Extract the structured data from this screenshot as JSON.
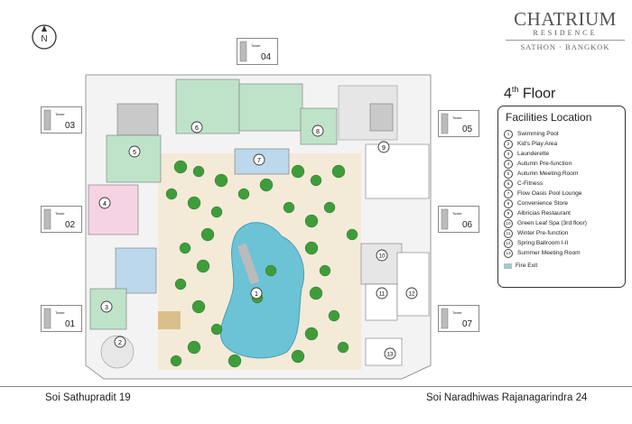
{
  "brand": {
    "line1": "CHATRIUM",
    "line2": "RESIDENCE",
    "line3": "SATHON · BANGKOK"
  },
  "floor": {
    "label": "4",
    "suffix": "th",
    "word": "Floor"
  },
  "compass": {
    "letter": "N"
  },
  "towers": [
    {
      "label": "04",
      "caption": "Tower"
    },
    {
      "label": "03",
      "caption": "Tower"
    },
    {
      "label": "02",
      "caption": "Tower"
    },
    {
      "label": "01",
      "caption": "Tower"
    },
    {
      "label": "05",
      "caption": "Tower"
    },
    {
      "label": "06",
      "caption": "Tower"
    },
    {
      "label": "07",
      "caption": "Tower"
    }
  ],
  "legend": {
    "title": "Facilities Location",
    "items": [
      {
        "num": "1",
        "label": "Swimming Pool"
      },
      {
        "num": "2",
        "label": "Kid's Play Area"
      },
      {
        "num": "3",
        "label": "Launderette"
      },
      {
        "num": "4",
        "label": "Autumn Pre-function"
      },
      {
        "num": "5",
        "label": "Autumn Meeting Room"
      },
      {
        "num": "6",
        "label": "C-Fitness"
      },
      {
        "num": "7",
        "label": "Flow Oasis Pool Lounge"
      },
      {
        "num": "8",
        "label": "Convenience Store"
      },
      {
        "num": "9",
        "label": "Albricias Restaurant"
      },
      {
        "num": "10",
        "label": "Green Leaf Spa (3rd floor)"
      },
      {
        "num": "11",
        "label": "Winter Pre-function"
      },
      {
        "num": "12",
        "label": "Spring Ballroom I-II"
      },
      {
        "num": "13",
        "label": "Summer Meeting Room"
      }
    ],
    "fire_exit": "Fire Exit"
  },
  "map_markers": [
    "1",
    "2",
    "3",
    "4",
    "5",
    "6",
    "7",
    "8",
    "9",
    "10",
    "11",
    "12",
    "13"
  ],
  "streets": {
    "left": "Soi Sathupradit 19",
    "right": "Soi Naradhiwas Rajanagarindra 24"
  },
  "colors": {
    "room_green": "#bfe3c8",
    "room_pink": "#f6d3e3",
    "room_blue": "#bcd8ec",
    "tree": "#3f9c3b",
    "pool": "#6cc3d6",
    "fire_exit": "#a8c6cf"
  }
}
